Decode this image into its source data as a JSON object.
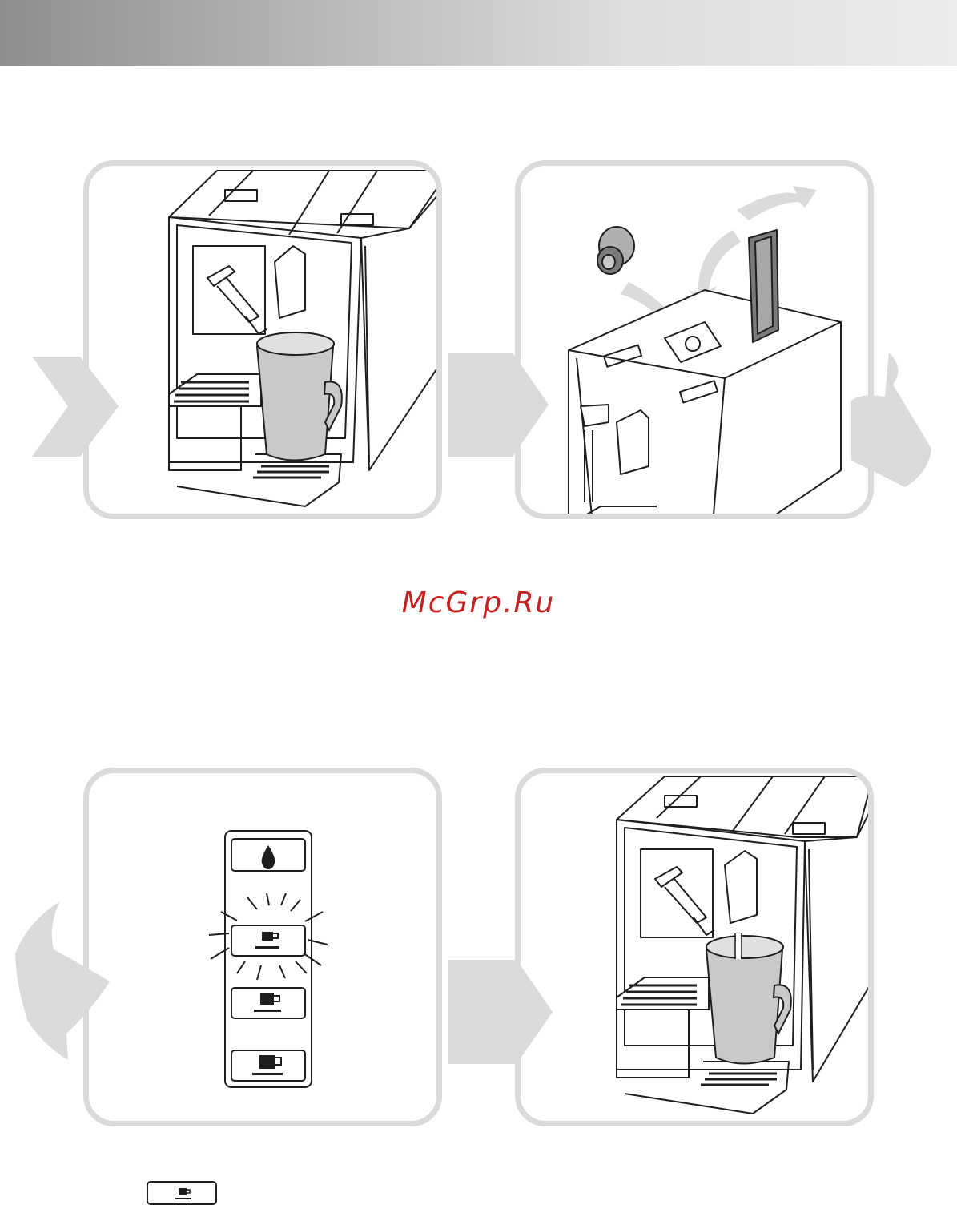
{
  "watermark": {
    "text": "McGrp.Ru",
    "color": "#c62020"
  },
  "colors": {
    "panel_border": "#dadada",
    "arrow_gray": "#dadada",
    "mug_gray": "#c9c9c9",
    "line": "#1e1e1e"
  },
  "panels": [
    {
      "name": "machine-with-mug",
      "icons": [
        "coffee-machine-icon",
        "mug-icon"
      ]
    },
    {
      "name": "capsule-insertion",
      "icons": [
        "capsule-icon",
        "lever-up-arrow",
        "insert-arrow"
      ]
    },
    {
      "name": "button-panel",
      "icons": [
        "water-drop-icon",
        "espresso-cup-icon",
        "lungo-cup-icon",
        "large-cup-icon"
      ],
      "blinking_button_index": 1
    },
    {
      "name": "machine-dispensing",
      "icons": [
        "coffee-machine-icon",
        "mug-icon",
        "coffee-stream"
      ]
    }
  ],
  "footer_icon": "espresso-cup-icon"
}
